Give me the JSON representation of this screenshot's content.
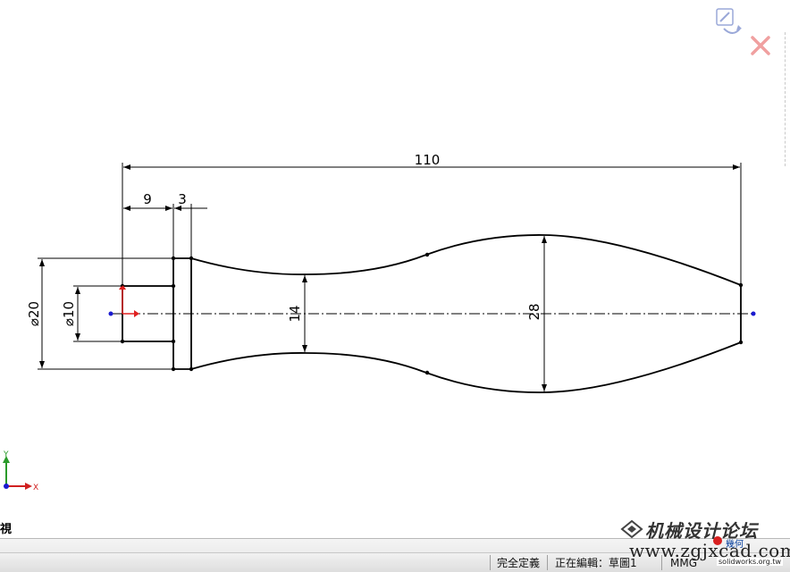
{
  "drawing": {
    "dimensions": {
      "overall_length": "110",
      "shoulder_length": "9",
      "collar_length": "3",
      "outer_diameter": "20",
      "bore_diameter": "10",
      "neck_height": "14",
      "bulb_height": "28"
    },
    "diameter_symbol": "⌀"
  },
  "corner": {
    "confirm_icon": "confirm-corner-icon",
    "close_icon": "close-icon"
  },
  "triad": {
    "y_label": "Y",
    "x_label": "X"
  },
  "view": {
    "label": "視"
  },
  "status": {
    "definition": "完全定義",
    "editing": "正在編輯：草圖1",
    "units": "MMG"
  },
  "watermark": {
    "title": "机械设计论坛",
    "url": "www.zgjxcad.com",
    "geo": "幾何",
    "sub": "solidworks.org.tw"
  },
  "colors": {
    "line": "#000000",
    "origin_red": "#e02020",
    "origin_blue": "#1a1ad0",
    "triad_green": "#2a9a2a",
    "status_bg": "#e6e6e6"
  }
}
